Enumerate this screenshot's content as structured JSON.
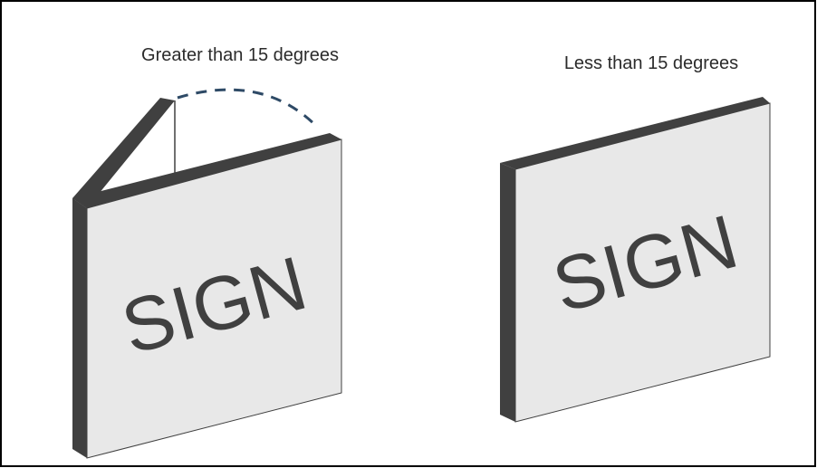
{
  "figure": {
    "left": {
      "caption": "Greater than 15 degrees",
      "sign_text": "SIGN"
    },
    "right": {
      "caption": "Less than 15 degrees",
      "sign_text": "SIGN"
    }
  },
  "colors": {
    "border": "#000000",
    "sign_face": "#e8e8e8",
    "sign_edge": "#404040",
    "sign_text": "#404040",
    "arc": "#2e4a66",
    "caption": "#2b2b2b"
  }
}
